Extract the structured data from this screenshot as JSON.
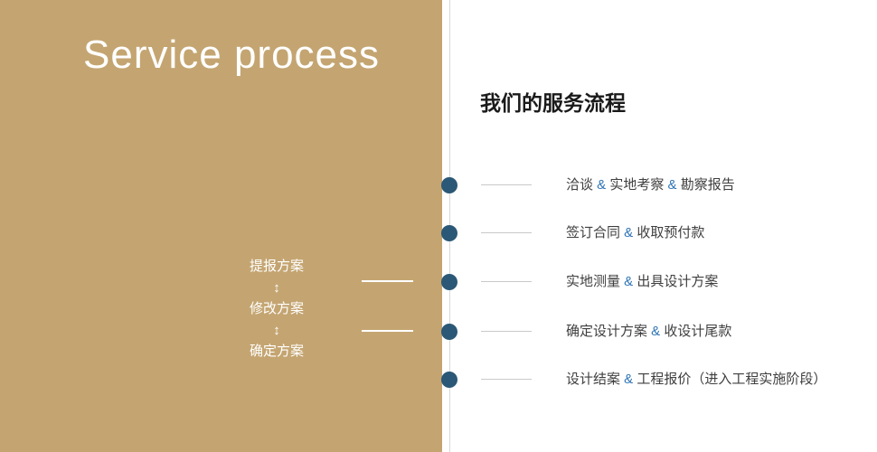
{
  "left_panel": {
    "title": "Service process",
    "cycle": {
      "items": [
        "提报方案",
        "修改方案",
        "确定方案"
      ],
      "arrow_icon": "↕"
    }
  },
  "right_panel": {
    "heading": "我们的服务流程",
    "separator": "&",
    "timeline": [
      {
        "segments": [
          "洽谈",
          "实地考察",
          "勘察报告"
        ]
      },
      {
        "segments": [
          "签订合同",
          "收取预付款"
        ]
      },
      {
        "segments": [
          "实地测量",
          "出具设计方案"
        ]
      },
      {
        "segments": [
          "确定设计方案",
          "收设计尾款"
        ]
      },
      {
        "segments": [
          "设计结案",
          "工程报价（进入工程实施阶段）"
        ]
      }
    ]
  },
  "colors": {
    "panel_tan": "#c4a571",
    "dot_navy": "#2b5876",
    "separator_blue": "#2e74b5",
    "dash_gray": "#c9c9c9",
    "text_dark": "#3f3f3f"
  }
}
